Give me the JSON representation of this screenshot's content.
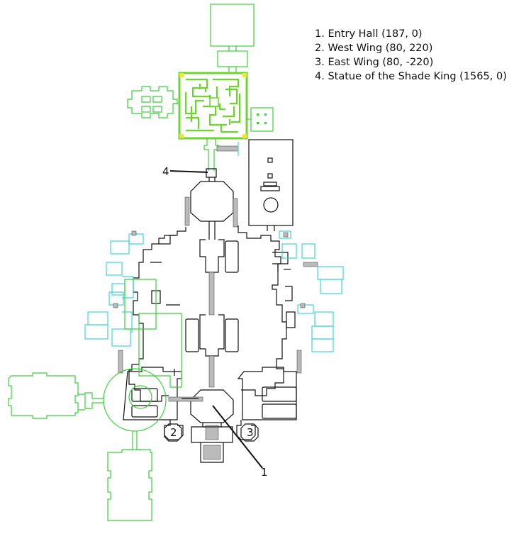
{
  "legend": [
    {
      "num": "1.",
      "text": "Entry Hall (187, 0)"
    },
    {
      "num": "2.",
      "text": "West Wing (80, 220)"
    },
    {
      "num": "3.",
      "text": "East Wing (80, -220)"
    },
    {
      "num": "4.",
      "text": "Statue of the Shade King (1565, 0)"
    }
  ],
  "markers": {
    "m1": "1",
    "m2": "2",
    "m3": "3",
    "m4": "4"
  },
  "colors": {
    "walls": "#111111",
    "green_area": "#3ad13a",
    "cyan_area": "#3fd6d6",
    "maze_yellow_green": "#6cd62e"
  }
}
